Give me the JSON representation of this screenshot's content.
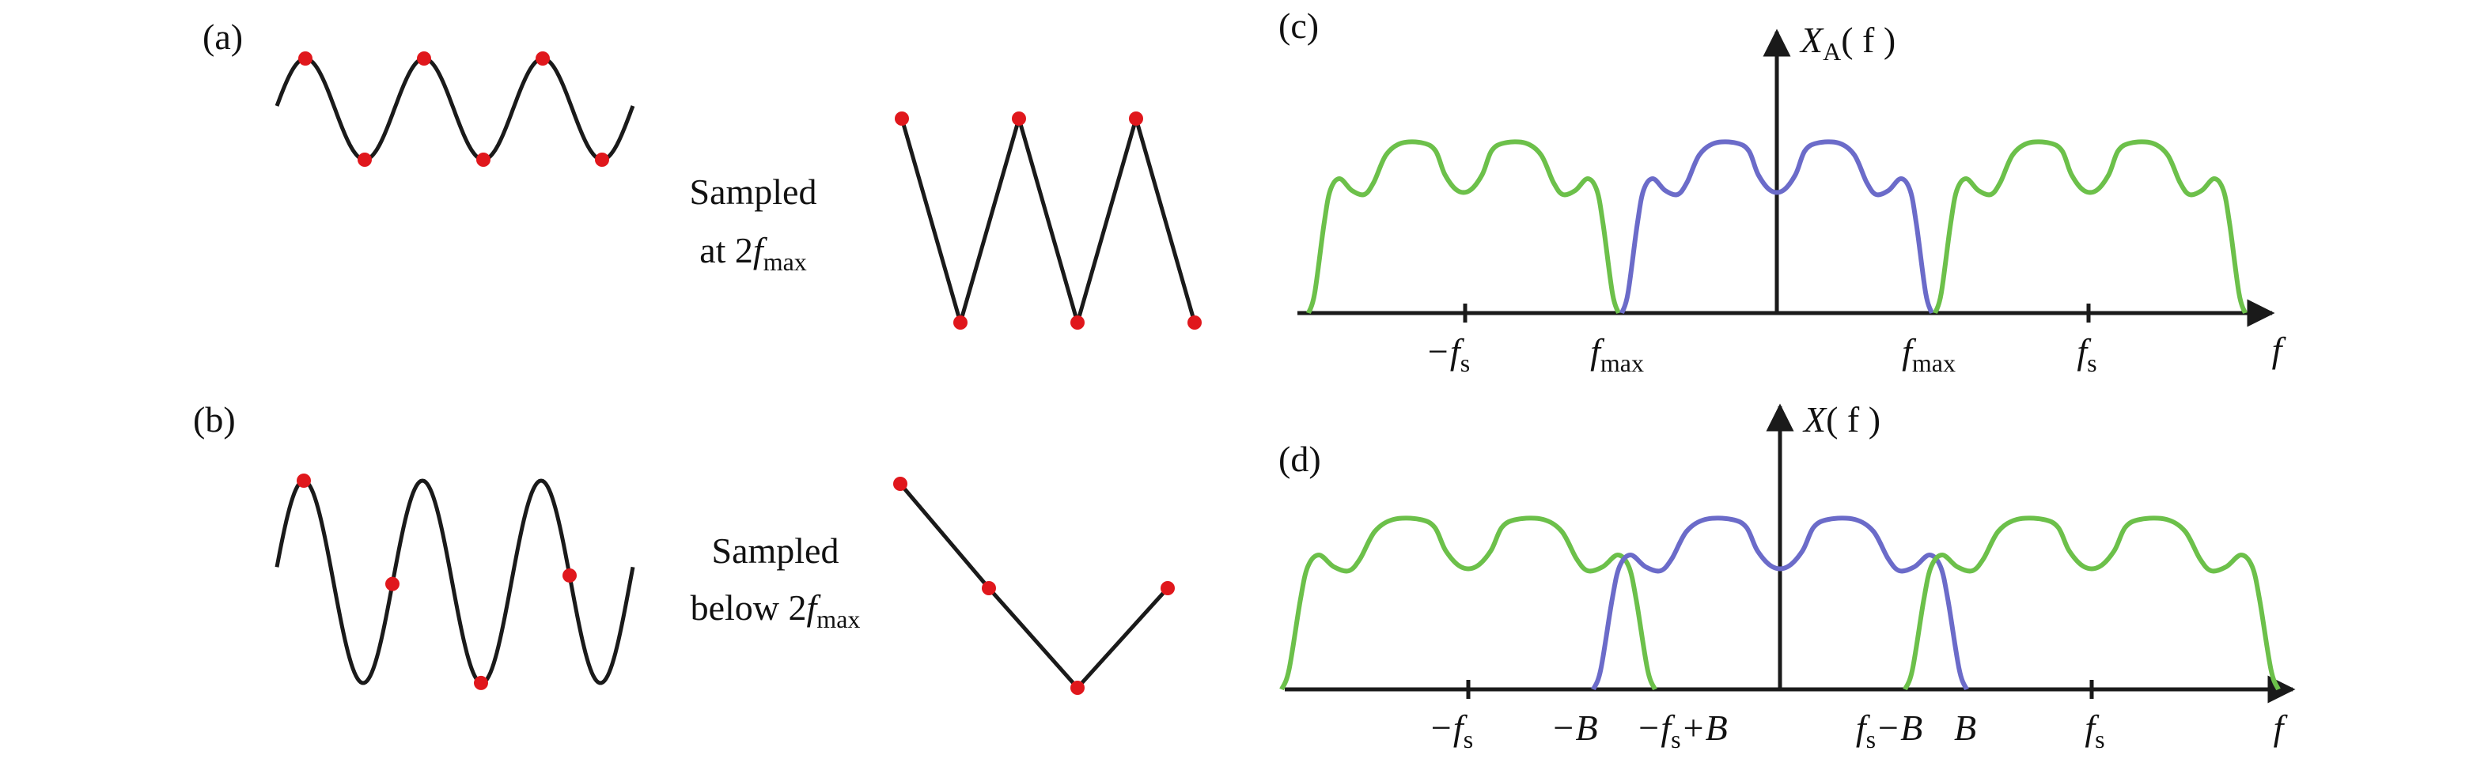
{
  "panels": {
    "a": "(a)",
    "b": "(b)",
    "c": "(c)",
    "d": "(d)"
  },
  "panel_a": {
    "label_line1": "Sampled",
    "label_line2_prefix": "at 2",
    "label_f": "f",
    "label_sub": "max"
  },
  "panel_b": {
    "label_line1": "Sampled",
    "label_line2_prefix": "below 2",
    "label_f": "f",
    "label_sub": "max"
  },
  "panel_c": {
    "ylabel_main": "X",
    "ylabel_sub": "A",
    "ylabel_paren": "( f )",
    "xlabel": "f",
    "ticks": {
      "neg_fs": "−f",
      "neg_fs_sub": "s",
      "neg_fmax": "f",
      "neg_fmax_sub": "max",
      "pos_fmax": "f",
      "pos_fmax_sub": "max",
      "fs": "f",
      "fs_sub": "s"
    }
  },
  "panel_d": {
    "ylabel_main": "X",
    "ylabel_paren": "( f )",
    "xlabel": "f",
    "ticks": {
      "neg_fs": "−f",
      "neg_fs_sub": "s",
      "neg_B": "−B",
      "neg_fs_plus_B_a": "−f",
      "neg_fs_plus_B_sub": "s",
      "neg_fs_plus_B_b": "+B",
      "fs_minus_B_a": "f",
      "fs_minus_B_sub": "s",
      "fs_minus_B_b": "−B",
      "B": "B",
      "fs": "f",
      "fs_sub": "s"
    }
  },
  "colors": {
    "sample_dot": "#e0171c",
    "baseband_spectrum": "#6b6bc9",
    "image_spectrum": "#6cc04a",
    "ink": "#1a1a1a"
  }
}
